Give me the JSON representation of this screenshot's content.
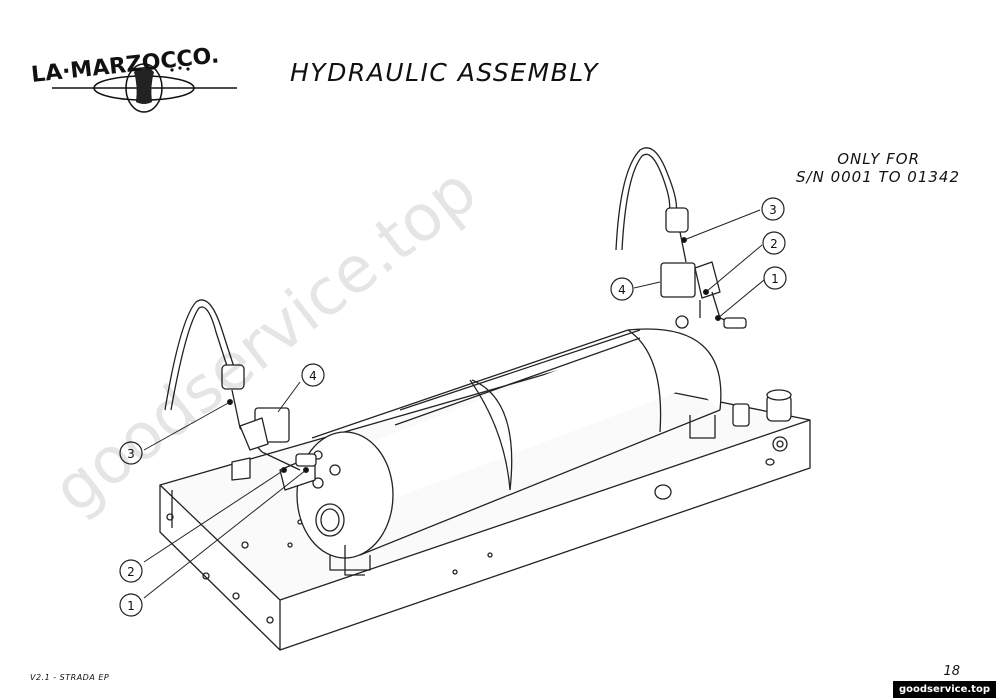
{
  "header": {
    "logo_text": "LA·MARZOCCO.",
    "title": "HYDRAULIC ASSEMBLY"
  },
  "note": {
    "line1": "ONLY FOR",
    "line2": "S/N 0001 TO 01342"
  },
  "callouts": {
    "c1": "1",
    "c2": "2",
    "c3": "3",
    "c4": "4"
  },
  "footer": {
    "version": "V2.1 - STRADA EP",
    "page_number": "18",
    "badge": "goodservice.top"
  },
  "watermark": "goodservice.top",
  "icons": {
    "logo": "la-marzocco-globe-logo"
  }
}
